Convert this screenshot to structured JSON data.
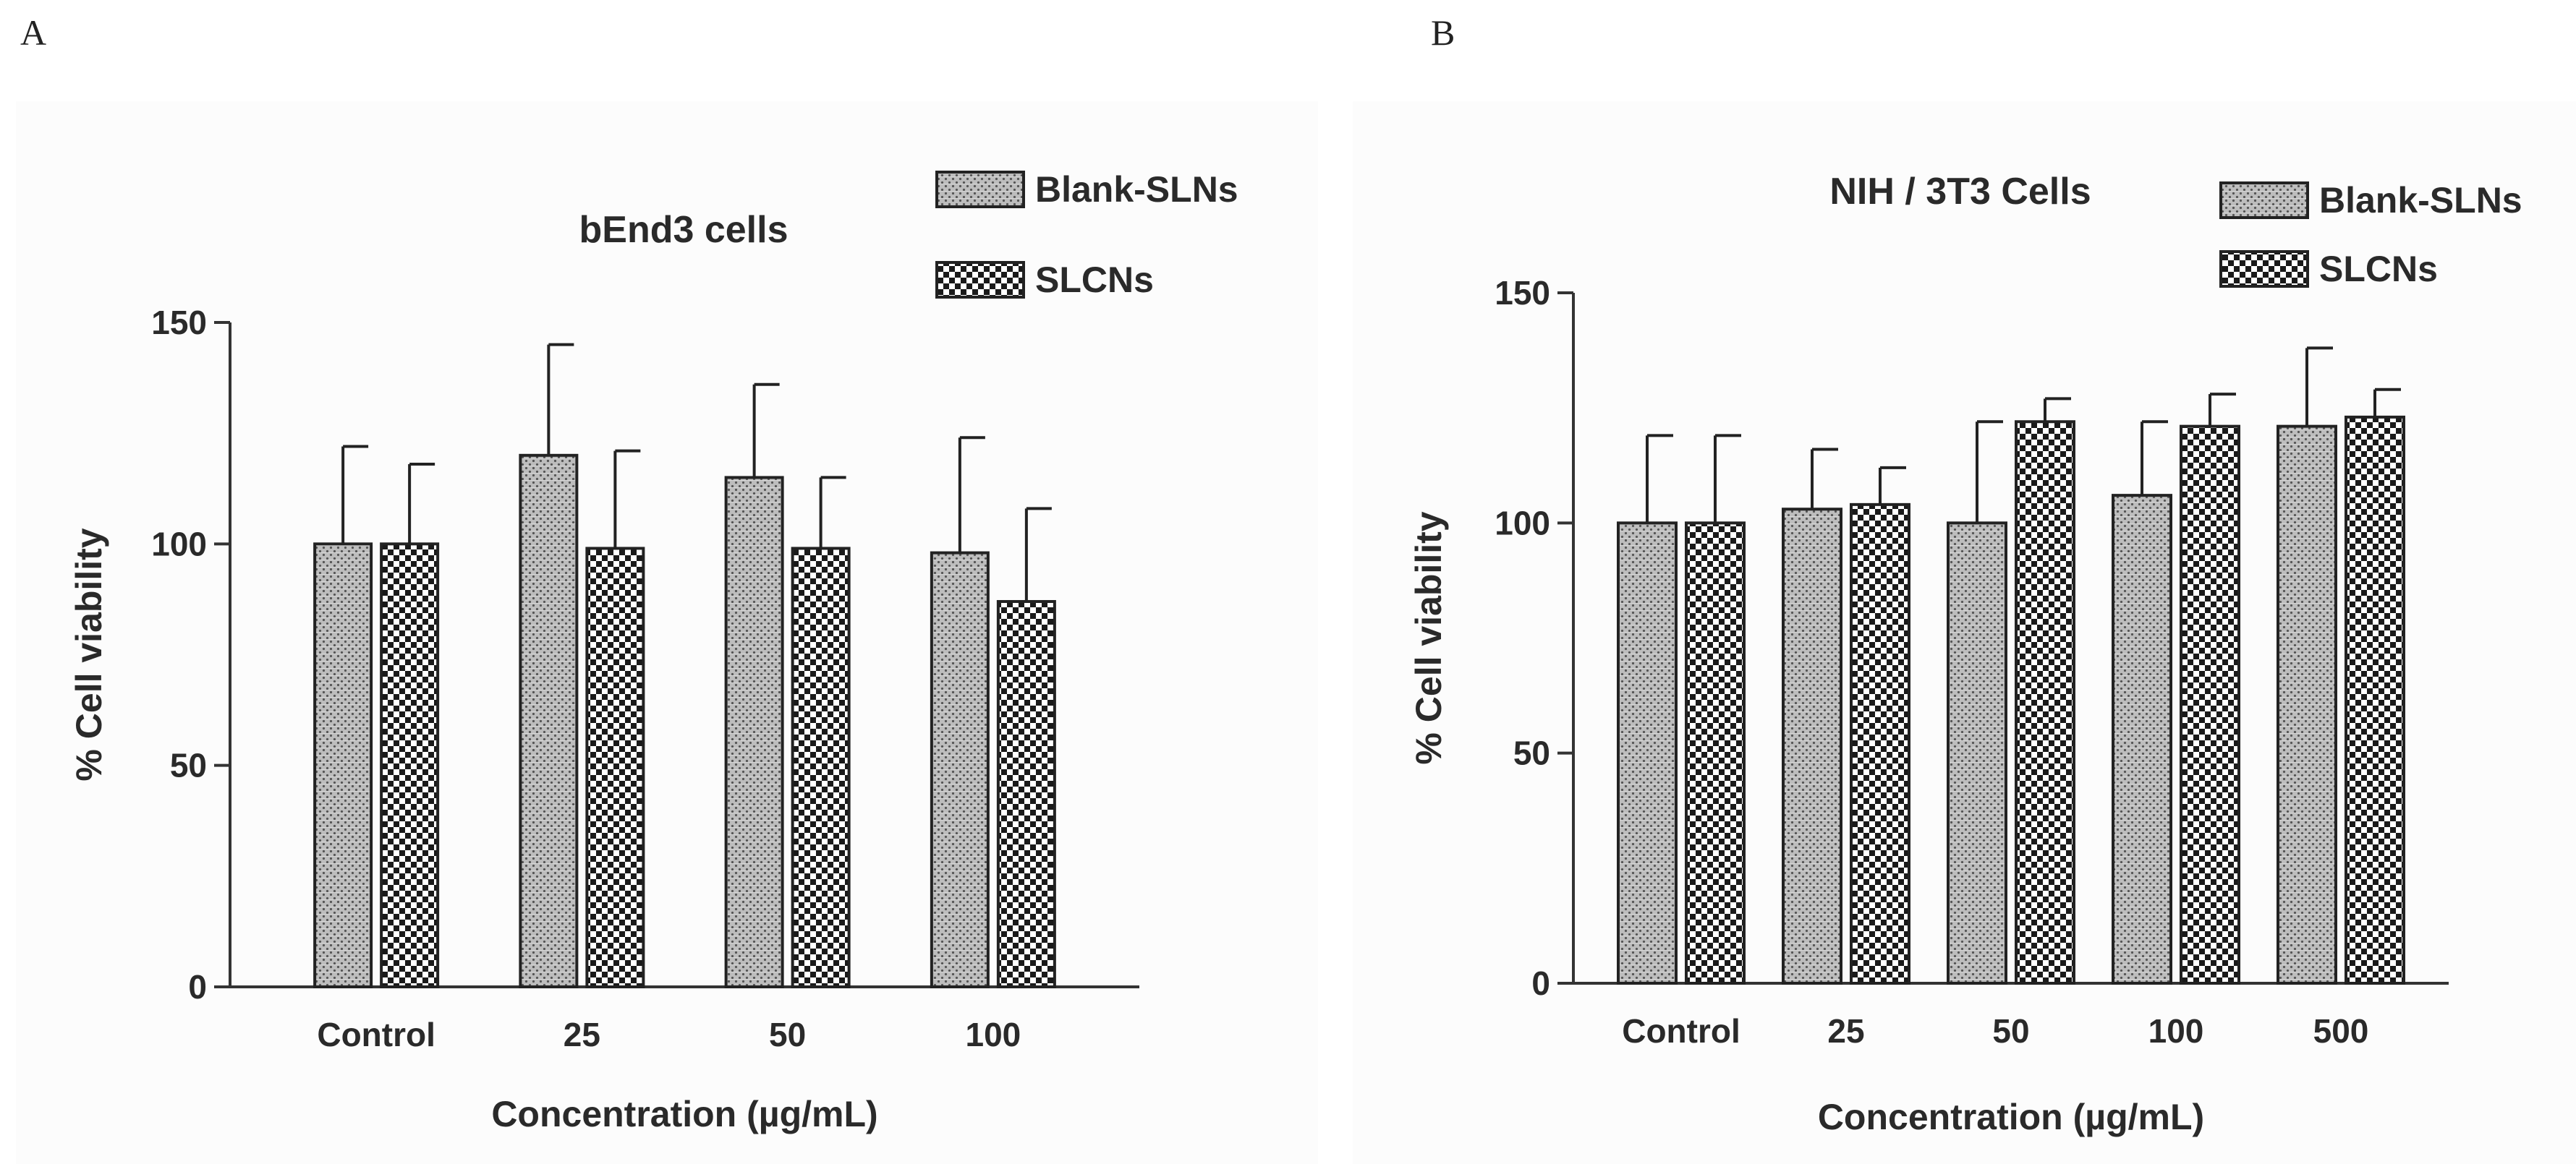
{
  "panels": {
    "a": {
      "letter": "A"
    },
    "b": {
      "letter": "B"
    }
  },
  "chart_data": [
    {
      "type": "bar",
      "title": "bEnd3 cells",
      "xlabel": "Concentration (µg/mL)",
      "ylabel": "% Cell viability",
      "categories": [
        "Control",
        "25",
        "50",
        "100"
      ],
      "ylim": [
        0,
        150
      ],
      "yticks": [
        0,
        50,
        100,
        150
      ],
      "grid": false,
      "legend_position": "top-right",
      "series": [
        {
          "name": "Blank-SLNs",
          "pattern": "fine-dots",
          "values": [
            100,
            120,
            115,
            98
          ],
          "errors": [
            22,
            25,
            21,
            26
          ]
        },
        {
          "name": "SLCNs",
          "pattern": "checker",
          "values": [
            100,
            99,
            99,
            87
          ],
          "errors": [
            18,
            22,
            16,
            21
          ]
        }
      ]
    },
    {
      "type": "bar",
      "title": "NIH / 3T3 Cells",
      "xlabel": "Concentration (µg/mL)",
      "ylabel": "% Cell viability",
      "categories": [
        "Control",
        "25",
        "50",
        "100",
        "500"
      ],
      "ylim": [
        0,
        150
      ],
      "yticks": [
        0,
        50,
        100,
        150
      ],
      "grid": false,
      "legend_position": "top-right",
      "series": [
        {
          "name": "Blank-SLNs",
          "pattern": "fine-dots",
          "values": [
            100,
            103,
            100,
            106,
            121
          ],
          "errors": [
            19,
            13,
            22,
            16,
            17
          ]
        },
        {
          "name": "SLCNs",
          "pattern": "checker",
          "values": [
            100,
            104,
            122,
            121,
            123
          ],
          "errors": [
            19,
            8,
            5,
            7,
            6
          ]
        }
      ]
    }
  ]
}
